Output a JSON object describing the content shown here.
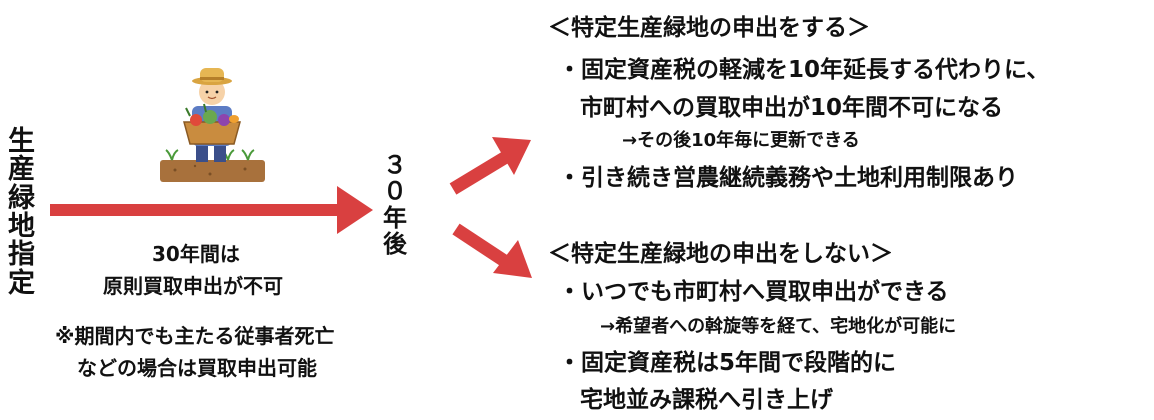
{
  "vertical_left": [
    "生",
    "産",
    "緑",
    "地",
    "指",
    "定"
  ],
  "vertical_mid": [
    "３",
    "０",
    "年",
    "後"
  ],
  "center": {
    "line1": "30年間は",
    "line2": "原則買取申出が不可",
    "note1": "※期間内でも主たる従事者死亡",
    "note2": "などの場合は買取申出可能"
  },
  "upper": {
    "heading": "＜特定生産緑地の申出をする＞",
    "b1a": "・固定資産税の軽減を10年延長する代わりに、",
    "b1b": "市町村への買取申出が10年間不可になる",
    "b1sub": "→その後10年毎に更新できる",
    "b2": "・引き続き営農継続義務や土地利用制限あり"
  },
  "lower": {
    "heading": "＜特定生産緑地の申出をしない＞",
    "b1": "・いつでも市町村へ買取申出ができる",
    "b1sub": "→希望者への斡旋等を経て、宅地化が可能に",
    "b2a": "・固定資産税は5年間で段階的に",
    "b2b": "宅地並み課税へ引き上げ"
  },
  "colors": {
    "arrow": "#d94040",
    "text": "#111111"
  },
  "icons": [
    "farmer-illustration",
    "arrow-right",
    "arrow-up-right",
    "arrow-down-right"
  ]
}
